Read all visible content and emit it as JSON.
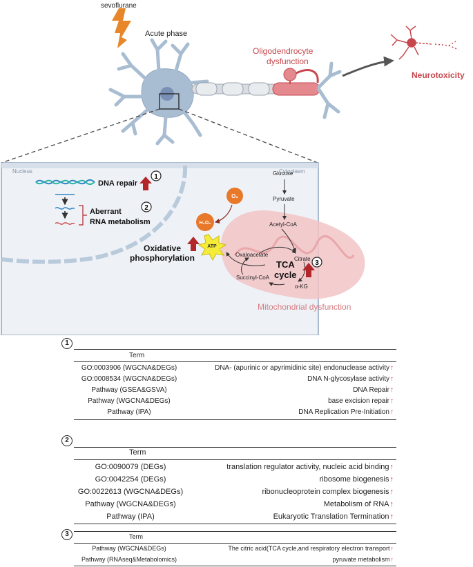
{
  "figure": {
    "trigger_label": "sevoflurane",
    "phase_label": "Acute phase",
    "oligo_label_line1": "Oligodendrocyte",
    "oligo_label_line2": "dysfunction",
    "neurotoxicity_label": "Neurotoxicity",
    "nucleus_label": "Nucleus",
    "cytoplasm_label": "Cytoplasm",
    "dna_repair_label": "DNA repair",
    "aberrant_line1": "Aberrant",
    "aberrant_line2": "RNA metabolism",
    "oxphos_line1": "Oxidative",
    "oxphos_line2": "phosphorylation",
    "o2_label": "O₂",
    "h2o2_label": "H₂O₂",
    "atp_label": "ATP",
    "glucose_label": "Glucose",
    "pyruvate_label": "Pyruvate",
    "acetylcoa_label": "Acetyl-CoA",
    "oxaloacetate_label": "Oxaloacetate",
    "citrate_label": "Citrate",
    "tca_line1": "TCA",
    "tca_line2": "cycle",
    "succinyl_label": "Succinyl-CoA",
    "akg_label": "α-KG",
    "mito_label": "Mitochondrial dysfunction",
    "marker1": "1",
    "marker2": "2",
    "marker3": "3",
    "colors": {
      "red_arrow": "#b3262a",
      "mito": "#f2c4c6",
      "cell": "#a9bdd2",
      "orange": "#e8782a"
    }
  },
  "tables": [
    {
      "marker": "1",
      "header": "Term",
      "rows": [
        {
          "term": "GO:0003906 (WGCNA&DEGs)",
          "desc": "DNA- (apurinic or apyrimidinic site) endonuclease activity",
          "arrow": "↑"
        },
        {
          "term": "GO:0008534 (WGCNA&DEGs)",
          "desc": "DNA N-glycosylase activity",
          "arrow": "↑"
        },
        {
          "term": "Pathway (GSEA&GSVA)",
          "desc": "DNA Repair",
          "arrow": "↑"
        },
        {
          "term": "Pathway (WGCNA&DEGs)",
          "desc": "base excision repair",
          "arrow": "↑"
        },
        {
          "term": "Pathway (IPA)",
          "desc": "DNA Replication Pre-Initiation",
          "arrow": "↑"
        }
      ]
    },
    {
      "marker": "2",
      "header": "Term",
      "rows": [
        {
          "term": "GO:0090079 (DEGs)",
          "desc": "translation regulator activity, nucleic acid binding",
          "arrow": "↑"
        },
        {
          "term": "GO:0042254 (DEGs)",
          "desc": "ribosome biogenesis",
          "arrow": "↑"
        },
        {
          "term": "GO:0022613 (WGCNA&DEGs)",
          "desc": "ribonucleoprotein complex biogenesis",
          "arrow": "↑"
        },
        {
          "term": "Pathway (WGCNA&DEGs)",
          "desc": "Metabolism of RNA",
          "arrow": "↑"
        },
        {
          "term": "Pathway (IPA)",
          "desc": "Eukaryotic Translation Termination",
          "arrow": "↑"
        }
      ]
    },
    {
      "marker": "3",
      "header": "Term",
      "rows": [
        {
          "term": "Pathway (WGCNA&DEGs)",
          "desc": "The citric acid(TCA cycle,and respiratory electron transport",
          "arrow": "↑"
        },
        {
          "term": "Pathway (RNAseq&Metabolomics)",
          "desc": "pyruvate metabolism",
          "arrow": "↑"
        }
      ]
    }
  ]
}
